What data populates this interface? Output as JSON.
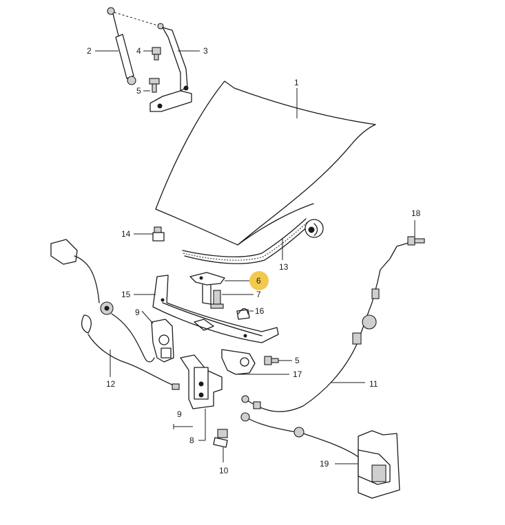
{
  "diagram": {
    "highlight_color": "#f2c94c",
    "line_color": "#1a1a1a",
    "background": "#ffffff",
    "callouts": [
      {
        "id": "c1",
        "label": "1"
      },
      {
        "id": "c2",
        "label": "2"
      },
      {
        "id": "c3",
        "label": "3"
      },
      {
        "id": "c4",
        "label": "4"
      },
      {
        "id": "c5a",
        "label": "5"
      },
      {
        "id": "c5b",
        "label": "5"
      },
      {
        "id": "c6",
        "label": "6",
        "highlighted": true
      },
      {
        "id": "c7",
        "label": "7"
      },
      {
        "id": "c8",
        "label": "8"
      },
      {
        "id": "c9a",
        "label": "9"
      },
      {
        "id": "c9b",
        "label": "9"
      },
      {
        "id": "c10",
        "label": "10"
      },
      {
        "id": "c11",
        "label": "11"
      },
      {
        "id": "c12",
        "label": "12"
      },
      {
        "id": "c13",
        "label": "13"
      },
      {
        "id": "c14",
        "label": "14"
      },
      {
        "id": "c15",
        "label": "15"
      },
      {
        "id": "c16",
        "label": "16"
      },
      {
        "id": "c17",
        "label": "17"
      },
      {
        "id": "c18",
        "label": "18"
      },
      {
        "id": "c19",
        "label": "19"
      }
    ]
  }
}
